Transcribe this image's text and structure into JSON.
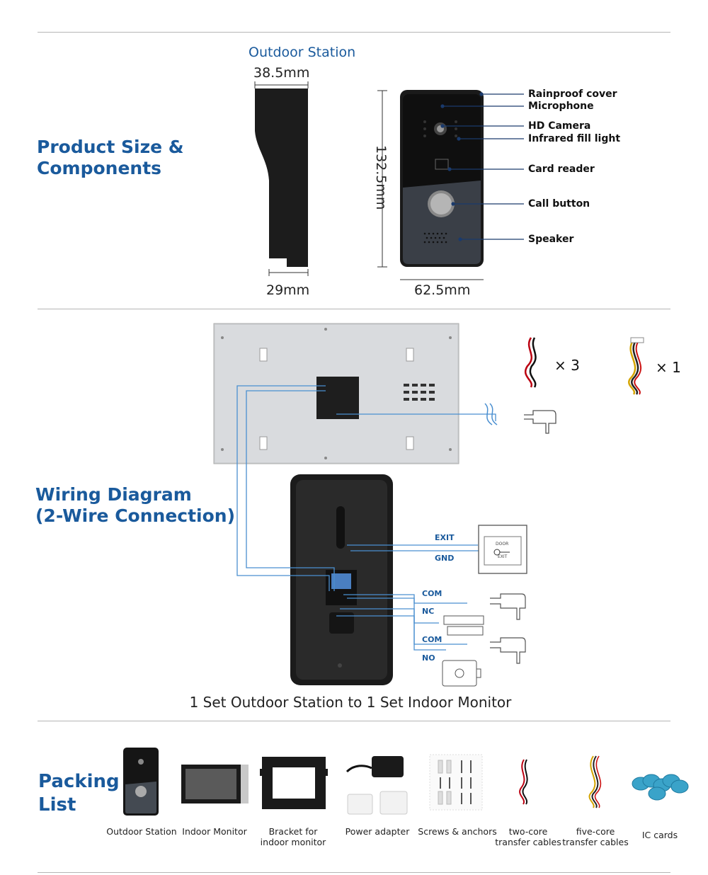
{
  "section1": {
    "heading_line1": "Product Size &",
    "heading_line2": "Components",
    "outdoor_title": "Outdoor Station",
    "dim_depth_top": "38.5mm",
    "dim_depth_bottom": "29mm",
    "dim_height": "132.5mm",
    "dim_width": "62.5mm",
    "callouts": [
      "Rainproof cover",
      "Microphone",
      "HD Camera",
      "Infrared fill light",
      "Card reader",
      "Call button",
      "Speaker"
    ]
  },
  "section2": {
    "heading_line1": "Wiring Diagram",
    "heading_line2": "(2-Wire Connection)",
    "qty_two_core": "× 3",
    "qty_five_core": "× 1",
    "labels": {
      "exit": "EXIT",
      "gnd": "GND",
      "com1": "COM",
      "nc": "NC",
      "com2": "COM",
      "no": "NO",
      "door": "DOOR",
      "door_exit": "EXIT"
    },
    "caption": "1 Set Outdoor Station to 1 Set Indoor Monitor"
  },
  "section3": {
    "heading_line1": "Packing",
    "heading_line2": "List",
    "items": [
      {
        "line1": "Outdoor Station",
        "line2": ""
      },
      {
        "line1": "Indoor Monitor",
        "line2": ""
      },
      {
        "line1": "Bracket for",
        "line2": "indoor monitor"
      },
      {
        "line1": "Power adapter",
        "line2": ""
      },
      {
        "line1": "Screws & anchors",
        "line2": ""
      },
      {
        "line1": "two-core",
        "line2": "transfer cables"
      },
      {
        "line1": "five-core",
        "line2": "transfer cables"
      },
      {
        "line1": "IC cards",
        "line2": ""
      }
    ]
  },
  "colors": {
    "accent": "#1a5a9c",
    "wire": "#4a8fd0",
    "device": "#222222"
  }
}
